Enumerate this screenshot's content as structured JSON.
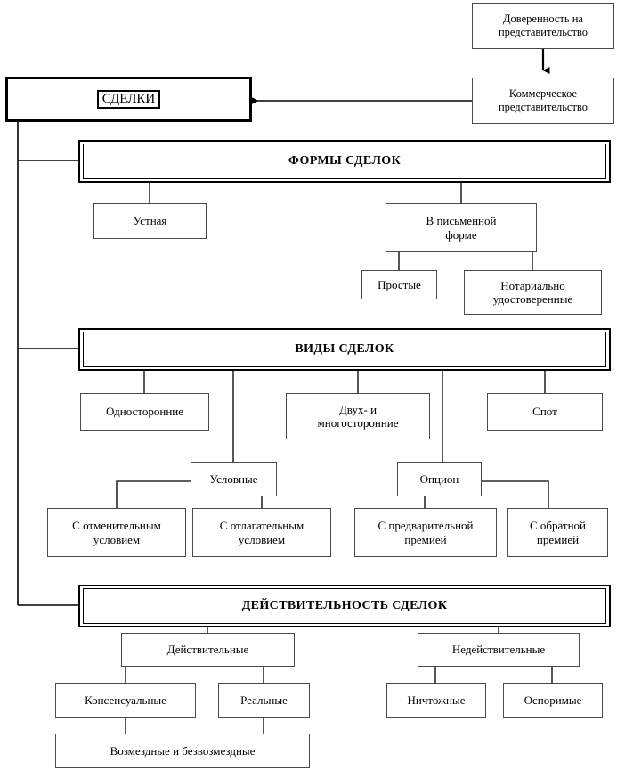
{
  "diagram": {
    "title": "СДЕЛКИ",
    "language": "ru",
    "nodes": {
      "root": "СДЕЛКИ",
      "power_of_attorney": "Доверенность на\nпредставительство",
      "commercial_rep": "Коммерческое\nпредставительство",
      "section_forms": "ФОРМЫ СДЕЛОК",
      "oral": "Устная",
      "written": "В письменной\nформе",
      "simple": "Простые",
      "notarial": "Нотариально\nудостоверенные",
      "section_kinds": "ВИДЫ СДЕЛОК",
      "unilateral": "Односторонние",
      "bi_multi": "Двух- и\nмногосторонние",
      "spot": "Спот",
      "conditional": "Условные",
      "option": "Опцион",
      "cond_resolutive": "С отменительным\nусловием",
      "cond_suspensive": "С отлагательным\nусловием",
      "opt_preliminary": "С предварительной\nпремией",
      "opt_reverse": "С обратной\nпремией",
      "section_validity": "ДЕЙСТВИТЕЛЬНОСТЬ СДЕЛОК",
      "valid": "Действительные",
      "invalid": "Недействительные",
      "consensual": "Консенсуальные",
      "real": "Реальные",
      "void": "Ничтожные",
      "voidable": "Оспоримые",
      "onerous_gratuitous": "Возмездные и безвозмездные"
    },
    "colors": {
      "stroke": "#4a4a4a",
      "stroke_strong": "#000000",
      "background": "#ffffff",
      "text": "#000000"
    }
  }
}
